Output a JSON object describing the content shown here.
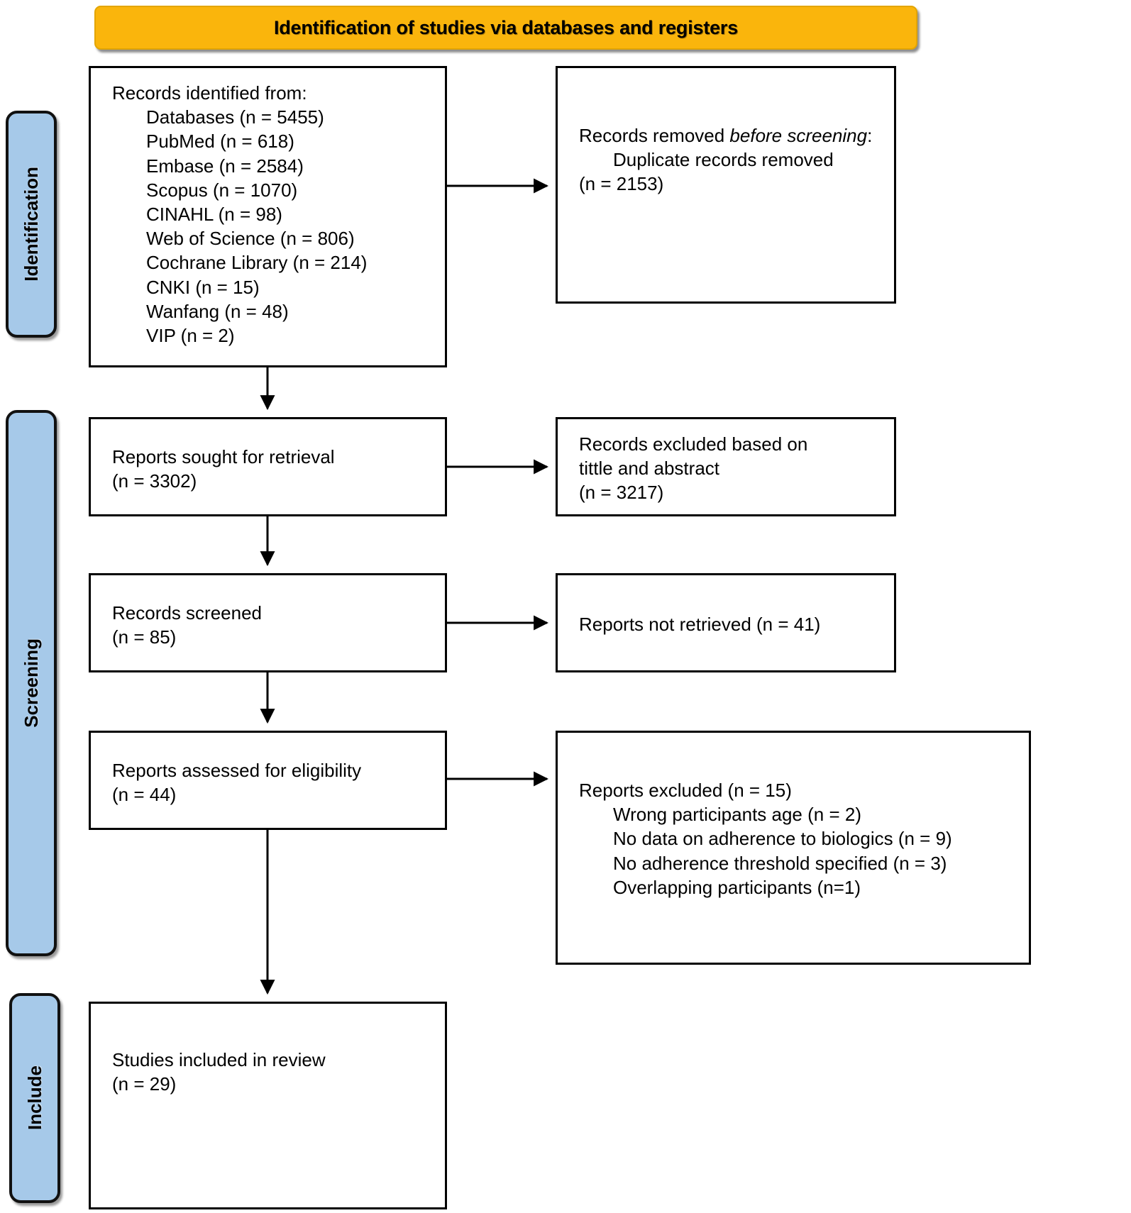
{
  "banner": {
    "title": "Identification of studies via databases and registers"
  },
  "stages": [
    {
      "key": "identification",
      "label": "Identification"
    },
    {
      "key": "screening",
      "label": "Screening"
    },
    {
      "key": "include",
      "label": "Include"
    }
  ],
  "boxes": {
    "identified": {
      "heading": "Records identified from:",
      "items": [
        "Databases (n = 5455)",
        "PubMed (n = 618)",
        "Embase (n = 2584)",
        "Scopus (n = 1070)",
        "CINAHL (n = 98)",
        "Web of Science (n = 806)",
        "Cochrane Library (n = 214)",
        "CNKI (n = 15)",
        "Wanfang (n = 48)",
        "VIP (n = 2)"
      ]
    },
    "removed": {
      "heading_pre": "Records removed ",
      "heading_italic": "before screening",
      "heading_post": ":",
      "item": "Duplicate records removed",
      "item_count": "(n = 2153)"
    },
    "sought": {
      "line1": "Reports sought for retrieval",
      "line2": "(n = 3302)"
    },
    "excluded_title_abstract": {
      "line1": "Records excluded based on",
      "line2": "tittle and abstract",
      "line3": "(n = 3217)"
    },
    "screened": {
      "line1": "Records screened",
      "line2": "(n = 85)"
    },
    "not_retrieved": {
      "line1": "Reports not retrieved (n = 41)"
    },
    "assessed": {
      "line1": "Reports assessed for eligibility",
      "line2": "(n = 44)"
    },
    "reports_excluded": {
      "heading": "Reports excluded  (n = 15)",
      "reasons": [
        "Wrong participants age (n = 2)",
        "No data on adherence to biologics (n = 9)",
        "No adherence threshold specified (n = 3)",
        "Overlapping participants (n=1)"
      ]
    },
    "included": {
      "line1": "Studies included in review",
      "line2": "(n = 29)"
    }
  },
  "chart_data": {
    "type": "diagram",
    "title": "Identification of studies via databases and registers",
    "flow": [
      {
        "stage": "Identification",
        "node": "Records identified from databases",
        "n": 5455
      },
      {
        "stage": "Identification",
        "node": "Duplicate records removed before screening",
        "n": 2153
      },
      {
        "stage": "Screening",
        "node": "Reports sought for retrieval",
        "n": 3302
      },
      {
        "stage": "Screening",
        "node": "Records excluded based on tittle and abstract",
        "n": 3217
      },
      {
        "stage": "Screening",
        "node": "Records screened",
        "n": 85
      },
      {
        "stage": "Screening",
        "node": "Reports not retrieved",
        "n": 41
      },
      {
        "stage": "Screening",
        "node": "Reports assessed for eligibility",
        "n": 44
      },
      {
        "stage": "Screening",
        "node": "Reports excluded",
        "n": 15
      },
      {
        "stage": "Include",
        "node": "Studies included in review",
        "n": 29
      }
    ],
    "databases": {
      "PubMed": 618,
      "Embase": 2584,
      "Scopus": 1070,
      "CINAHL": 98,
      "Web of Science": 806,
      "Cochrane Library": 214,
      "CNKI": 15,
      "Wanfang": 48,
      "VIP": 2
    },
    "exclusion_reasons": {
      "Wrong participants age": 2,
      "No data on adherence to biologics": 9,
      "No adherence threshold specified": 3,
      "Overlapping participants": 1
    },
    "colors": {
      "banner": "#FAB50C",
      "stage_label": "#A6C9E9",
      "box_border": "#000000",
      "box_fill": "#FFFFFF"
    }
  }
}
